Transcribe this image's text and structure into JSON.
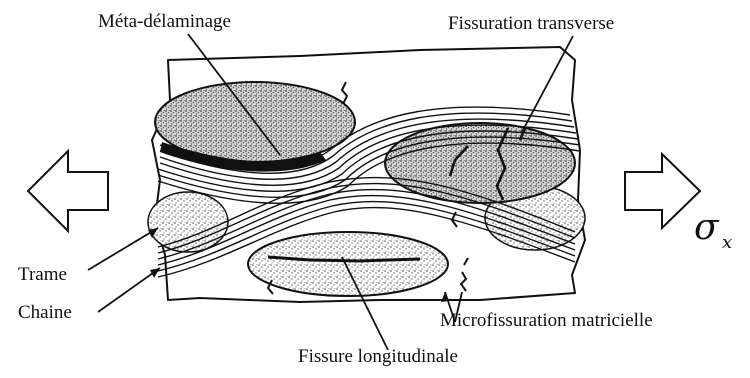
{
  "labels": {
    "meta_delaminage": "Méta-délaminage",
    "fissuration_transverse": "Fissuration transverse",
    "trame": "Trame",
    "chaine": "Chaine",
    "microfissuration": "Microfissuration matricielle",
    "fissure_longitudinale": "Fissure longitudinale",
    "sigma": "σ",
    "sigma_subscript": "x"
  },
  "colors": {
    "ink": "#111111",
    "stipple": "#bdbdbd",
    "dense_stipple": "#8c8c8c",
    "background": "#ffffff"
  }
}
